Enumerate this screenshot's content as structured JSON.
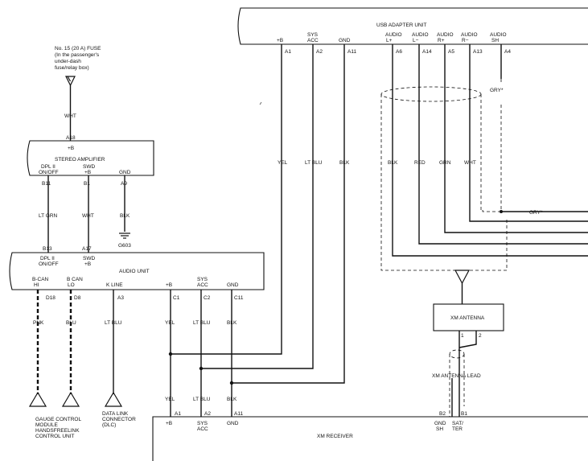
{
  "fuse": {
    "line1": "No. 15 (20 A) FUSE",
    "line2": "(In the passenger's",
    "line3": "under-dash",
    "line4": "fuse/relay box)"
  },
  "wire_labels": {
    "wht_fuse": "WHT",
    "lt_grn": "LT GRN",
    "wht_swd": "WHT",
    "blk_gnd": "BLK",
    "pnk": "PNK",
    "blu": "BLU",
    "lt_blu_kline": "LT BLU",
    "yel_top": "YEL",
    "lt_blu_top": "LT BLU",
    "blk_top": "BLK",
    "yel_bottom": "YEL",
    "lt_blu_bottom": "LT BLU",
    "blk_bottom": "BLK",
    "blk_audio_l_plus": "BLK",
    "red": "RED",
    "grn": "GRN",
    "wht_audio": "WHT",
    "gry_top": "GRY*",
    "gry_right": "GRY*"
  },
  "stereo_amplifier": {
    "pin_a18": "A18",
    "plus_b": "+B",
    "title": "STEREO AMPLIFIER",
    "dpl_label1": "DPL II",
    "dpl_label2": "ON/OFF",
    "swd_label1": "SWD",
    "swd_label2": "+B",
    "gnd_label": "GND",
    "pin_b11": "B11",
    "pin_b1": "B1",
    "pin_a9": "A9"
  },
  "ground": {
    "label": "G603"
  },
  "audio_unit": {
    "pin_b13": "B13",
    "pin_a17": "A17",
    "dpl_label1": "DPL II",
    "dpl_label2": "ON/OFF",
    "swd_label1": "SWD",
    "swd_label2": "+B",
    "title": "AUDIO UNIT",
    "bcan_hi1": "B-CAN",
    "bcan_hi2": "HI",
    "bcan_lo1": "B CAN",
    "bcan_lo2": "LO",
    "kline": "K LINE",
    "plus_b": "+B",
    "sys_acc1": "SYS",
    "sys_acc2": "ACC",
    "gnd": "GND",
    "pin_d18": "D18",
    "pin_d8": "D8",
    "pin_a3": "A3",
    "pin_c1": "C1",
    "pin_c2": "C2",
    "pin_c11": "C11"
  },
  "gauge_label": {
    "line1": "GAUGE CONTROL",
    "line2": "MODULE",
    "line3": "HANDSFREELINK",
    "line4": "CONTROL UNIT"
  },
  "dlc_label": {
    "line1": "DATA LINK",
    "line2": "CONNECTOR",
    "line3": "(DLC)"
  },
  "usb_unit": {
    "title": "USB ADAPTER UNIT",
    "plus_b": "+B",
    "sys1": "SYS",
    "sys2": "ACC",
    "gnd": "GND",
    "audio_lp1": "AUDIO",
    "audio_lp2": "L+",
    "audio_lm1": "AUDIO",
    "audio_lm2": "L−",
    "audio_rp1": "AUDIO",
    "audio_rp2": "R+",
    "audio_rm1": "AUDIO",
    "audio_rm2": "R−",
    "audio_sh1": "AUDIO",
    "audio_sh2": "SH",
    "pin_a1": "A1",
    "pin_a2": "A2",
    "pin_a11": "A11",
    "pin_a6": "A6",
    "pin_a14": "A14",
    "pin_a5": "A5",
    "pin_a13": "A13",
    "pin_a4": "A4"
  },
  "xm_antenna": {
    "title": "XM ANTENNA",
    "pin1": "1",
    "pin2": "2",
    "lead": "XM ANTENNA LEAD"
  },
  "xm_receiver": {
    "title": "XM RECEIVER",
    "pin_a1": "A1",
    "pin_a2": "A2",
    "pin_a11": "A11",
    "plus_b": "+B",
    "sys1": "SYS",
    "sys2": "ACC",
    "gnd": "GND",
    "pin_b2": "B2",
    "pin_b1": "B1",
    "gnd_sh1": "GND",
    "gnd_sh2": "SH",
    "sat1": "SAT/",
    "sat2": "TER"
  }
}
